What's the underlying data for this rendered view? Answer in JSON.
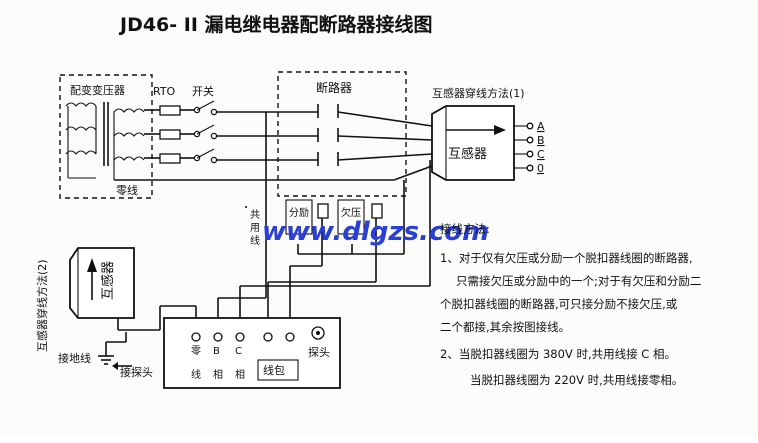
{
  "title": "JD46- II  漏电继电器配断路器接线图",
  "labels": {
    "transformer": "配变变压器",
    "rto": "RTO",
    "switch": "开关",
    "breaker": "断路器",
    "neutral": "零线",
    "ct_method1": "互感器穿线方法(1)",
    "ct": "互感器",
    "phase_a": "A",
    "phase_b": "B",
    "phase_c": "C",
    "phase_0": "0",
    "ct_method2": "互感器穿线方法(2)",
    "ct2": "互感器",
    "common_line": "共用线",
    "shunt_trip": "分励",
    "undervoltage": "欠压",
    "ground_line": "接地线",
    "probe_connect": "接探头",
    "term_zero": "零线",
    "term_b": "B相",
    "term_c": "C相",
    "coil": "线包",
    "probe": "探头"
  },
  "watermark": "www.dlgzs.com",
  "notes": {
    "heading": "接线方法:",
    "lines": [
      "1、对于仅有欠压或分励一个脱扣器线圈的断路器,",
      "只需接欠压或分励中的一个;对于有欠压和分励二",
      "个脱扣器线圈的断路器,可只接分励不接欠压,或",
      "二个都接,其余按图接线。",
      "2、当脱扣器线圈为 380V 时,共用线接 C 相。",
      "当脱扣器线圈为 220V 时,共用线接零相。"
    ]
  }
}
